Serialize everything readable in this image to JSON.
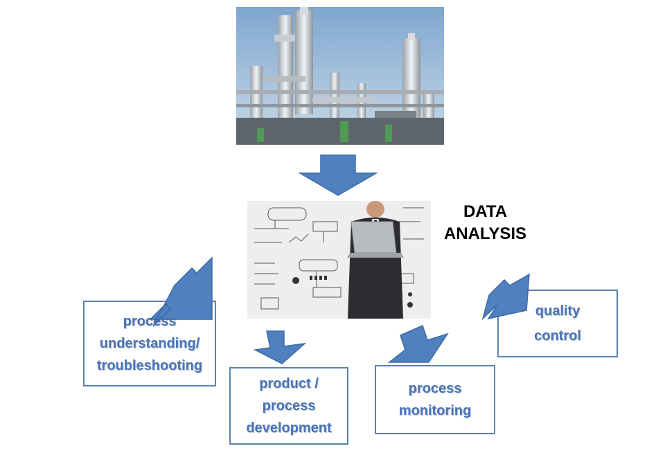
{
  "title": "DATA\nANALYSIS",
  "images": {
    "plant": "chemical-plant-photo",
    "analysis": "businessman-with-laptop-whiteboard-photo"
  },
  "outcomes": [
    {
      "label": "process\nunderstanding/\ntroubleshooting"
    },
    {
      "label": "product /\nprocess\ndevelopment"
    },
    {
      "label": "process\nmonitoring"
    },
    {
      "label": "quality\ncontrol"
    }
  ],
  "colors": {
    "arrow": "#4f80c0",
    "box_border": "#5b80b2",
    "label_text": "#4a73b5"
  }
}
